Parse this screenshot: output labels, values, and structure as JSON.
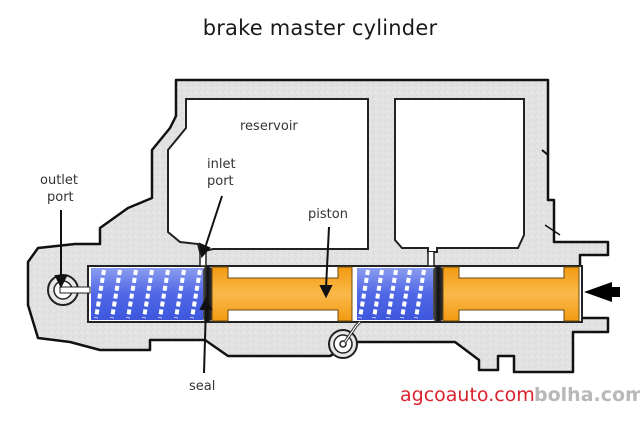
{
  "title": "brake master cylinder",
  "labels": {
    "reservoir": "reservoir",
    "inlet_port_line1": "inlet",
    "inlet_port_line2": "port",
    "outlet_port_line1": "outlet",
    "outlet_port_line2": "port",
    "piston": "piston",
    "seal": "seal"
  },
  "watermarks": {
    "source": "agcoauto.com",
    "site": "bolha.com"
  },
  "colors": {
    "body": "#e4e4e4",
    "outline": "#111111",
    "spring": "#5a72e8",
    "piston": "#f5a623",
    "seal": "#1c1c1c",
    "source_text": "#d9232d"
  }
}
